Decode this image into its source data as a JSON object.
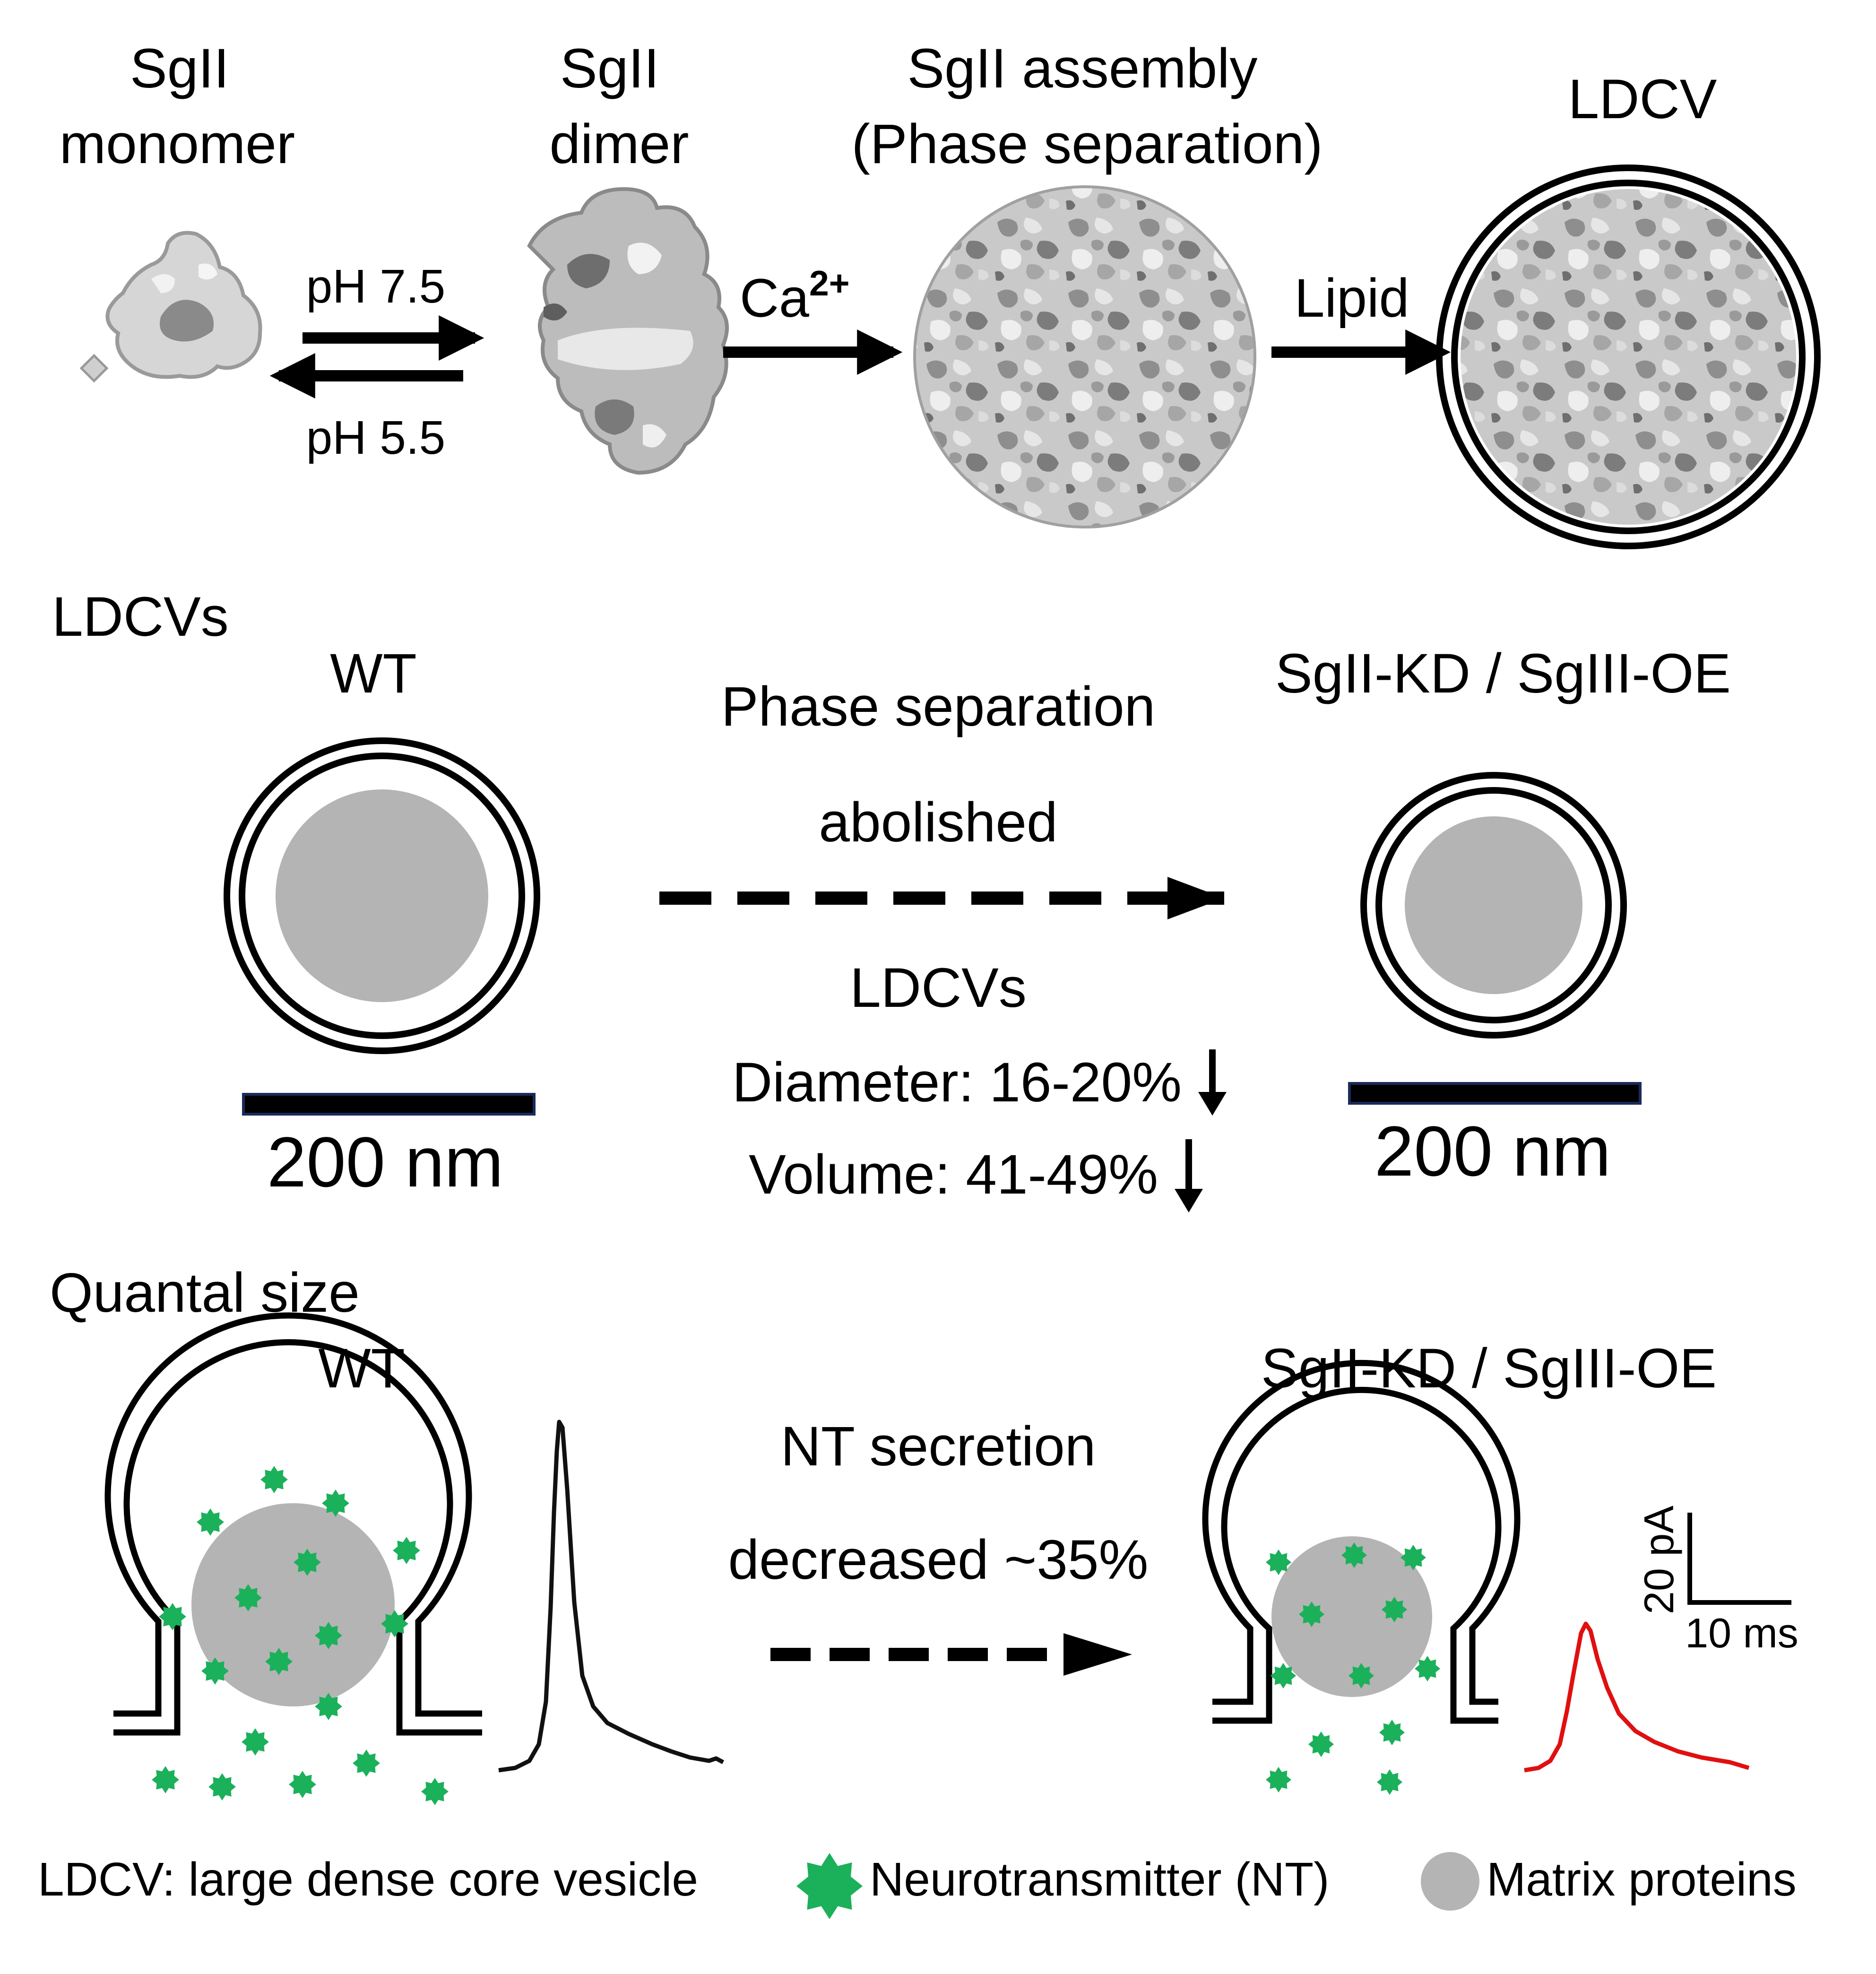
{
  "row1": {
    "monomer_label": [
      "SgII",
      "monomer"
    ],
    "dimer_label": [
      "SgII",
      "dimer"
    ],
    "assembly_label": [
      "SgII assembly",
      "(Phase separation)"
    ],
    "ldcv_label": "LDCV",
    "ph_forward": "pH 7.5",
    "ph_reverse": "pH 5.5",
    "calcium_base": "Ca",
    "calcium_sup": "2+",
    "lipid": "Lipid"
  },
  "row2": {
    "section_title": "LDCVs",
    "wt_label": "WT",
    "mutant_label": "SgII-KD / SgIII-OE",
    "phase_line1": "Phase separation",
    "phase_line2": "abolished",
    "ldcvs_label": "LDCVs",
    "diameter": "Diameter: 16-20%",
    "volume": "Volume: 41-49%",
    "scale_left": "200 nm",
    "scale_right": "200 nm"
  },
  "row3": {
    "section_title": "Quantal size",
    "wt_label": "WT",
    "mutant_label": "SgII-KD / SgIII-OE",
    "nt_line1": "NT secretion",
    "nt_line2": "decreased ~35%",
    "scale_y": "20 pA",
    "scale_x": "10 ms"
  },
  "legend": {
    "ldcv_def": "LDCV: large dense core vesicle",
    "nt": "Neurotransmitter (NT)",
    "matrix": "Matrix proteins"
  },
  "colors": {
    "neurotransmitter": "#1bb05a",
    "matrix": "#b4b4b4",
    "wt_trace": "#111111",
    "mutant_trace": "#e01010",
    "scale_bar_outline": "#1a2a5a"
  }
}
